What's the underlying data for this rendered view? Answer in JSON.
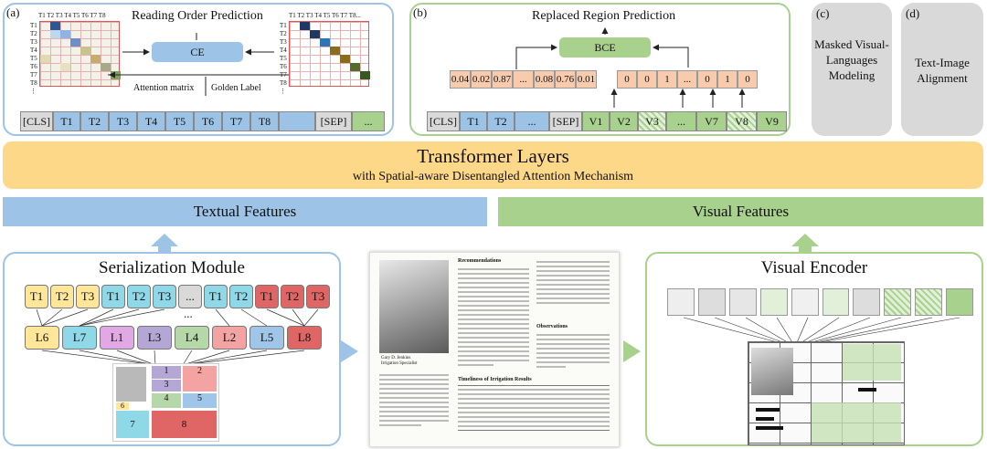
{
  "panels": {
    "a": {
      "tag": "(a)",
      "title": "Reading Order Prediction",
      "ce": "CE",
      "left_caption": "Attention matrix",
      "right_caption": "Golden Label",
      "tokens": [
        "[CLS]",
        "T1",
        "T2",
        "T3",
        "T4",
        "T5",
        "T6",
        "T7",
        "T8",
        "[SEP]",
        "..."
      ],
      "row_labels": [
        "T1",
        "T2",
        "T3",
        "T4",
        "T5",
        "T6",
        "T7",
        "T8",
        "⋮"
      ],
      "col_labels": "T1 T2 T3 T4 T5 T6 T7 T8",
      "col_labels_right": "T1 T2 T3 T4 T5 T6 T7 T8..."
    },
    "b": {
      "tag": "(b)",
      "title": "Replaced Region Prediction",
      "bce": "BCE",
      "pred_values": [
        "0.04",
        "0.02",
        "0.87",
        "...",
        "0.08",
        "0.76",
        "0.01"
      ],
      "label_values": [
        "0",
        "0",
        "1",
        "...",
        "0",
        "1",
        "0"
      ],
      "tokens": [
        "[CLS]",
        "T1",
        "T2",
        "...",
        "[SEP]",
        "V1",
        "V2",
        "V3",
        "...",
        "V7",
        "V8",
        "V9"
      ]
    },
    "c": {
      "tag": "(c)",
      "title": "Masked Visual-Languages Modeling"
    },
    "d": {
      "tag": "(d)",
      "title": "Text-Image Alignment"
    }
  },
  "transformer": {
    "title": "Transformer Layers",
    "subtitle": "with Spatial-aware Disentangled Attention Mechanism"
  },
  "textual_features": "Textual Features",
  "visual_features": "Visual Features",
  "serialization": {
    "title": "Serialization Module",
    "top_tokens": [
      "T1",
      "T2",
      "T3",
      "T1",
      "T2",
      "T3",
      "...",
      "T1",
      "T2",
      "T1",
      "T2",
      "T3"
    ],
    "middle_dots": "...",
    "layout_tokens": [
      "L6",
      "L7",
      "L1",
      "L3",
      "L4",
      "L2",
      "L5",
      "L8"
    ],
    "region_numbers": [
      "1",
      "2",
      "3",
      "4",
      "5",
      "6",
      "7",
      "8"
    ]
  },
  "document": {
    "left_caption_name": "Gary D. Jenkins",
    "left_caption_role": "Irrigation Specialist",
    "col_heading_1": "Recommendations",
    "col_heading_2": "Observations",
    "table_title": "Timeliness of Irrigation Results"
  },
  "visual_encoder": {
    "title": "Visual Encoder"
  },
  "colors": {
    "blue_border": "#9dc3e6",
    "green_border": "#a9d18e",
    "transformer_fill": "#fdd889",
    "textual_bar": "#9dc3e6",
    "visual_bar": "#a9d18e",
    "gray_panel": "#d9d9d9",
    "ce_box": "#9dc3e6",
    "bce_box": "#a9d18e"
  }
}
